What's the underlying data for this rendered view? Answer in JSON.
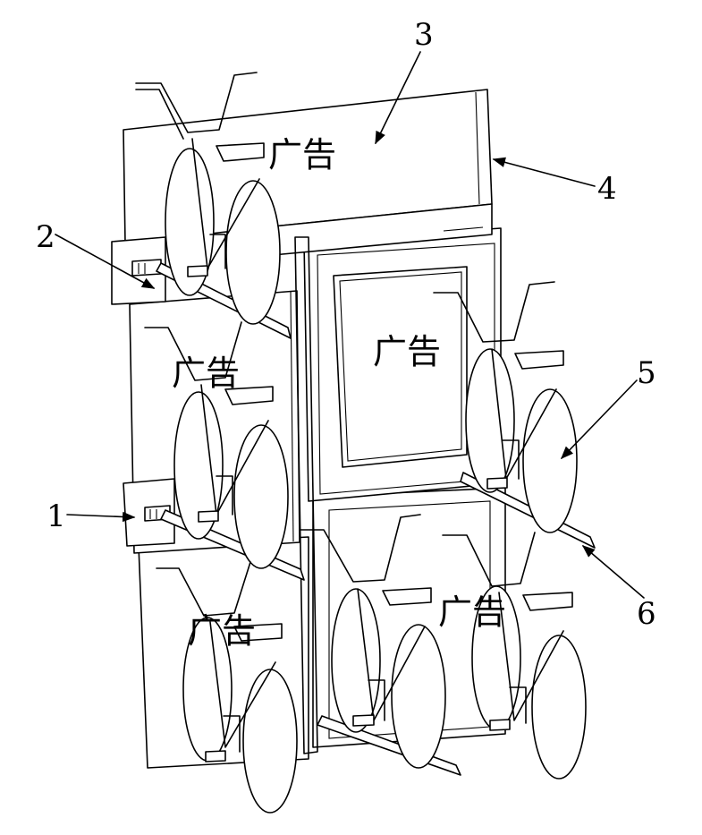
{
  "labels": {
    "l1": "1",
    "l2": "2",
    "l3": "3",
    "l4": "4",
    "l5": "5",
    "l6": "6"
  },
  "panel_text": {
    "top": "广告",
    "right_middle": "广告",
    "left_middle": "广告",
    "bottom_right": "广告",
    "bottom_left": "广告"
  }
}
